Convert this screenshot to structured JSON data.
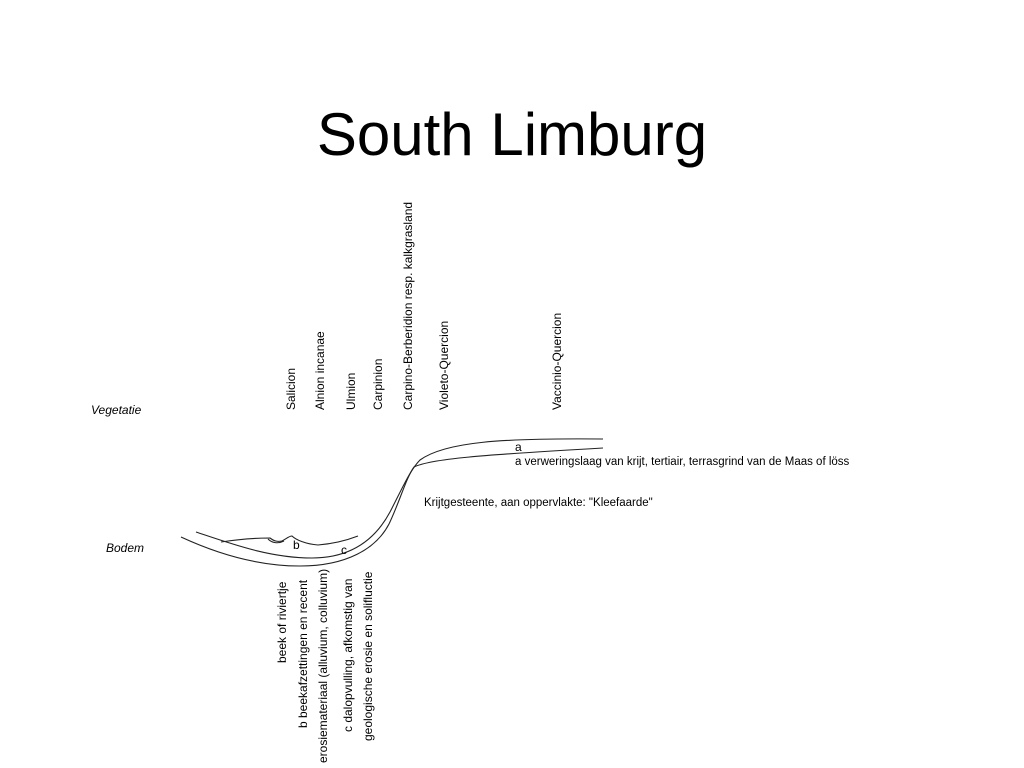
{
  "slide": {
    "title": "South Limburg"
  },
  "diagram": {
    "row_labels": {
      "vegetation": "Vegetatie",
      "soil": "Bodem"
    },
    "vegetation_units": [
      "Salicion",
      "Alnion incanae",
      "Ulmion",
      "Carpinion",
      "Carpino-Berberidion resp. kalkgrasland",
      "Violeto-Quercion",
      "Vaccinio-Quercion"
    ],
    "markers": {
      "a": "a",
      "b": "b",
      "c": "c"
    },
    "layer_notes": {
      "weathering_layer": "a  verweringslaag van krijt, tertiair, terrasgrind van de Maas of löss",
      "chalk_bedrock": "Krijtgesteente, aan oppervlakte: \"Kleefaarde\""
    },
    "soil_notes": {
      "stream_line1": "beek of riviertje",
      "b_line1": "b  beekafzettingen en recent",
      "b_line2": "erosiemateriaal (alluvium, colluvium)",
      "c_line1": "c  dalopvulling, afkomstig van",
      "c_line2": "geologische erosie en solifluctie"
    }
  }
}
